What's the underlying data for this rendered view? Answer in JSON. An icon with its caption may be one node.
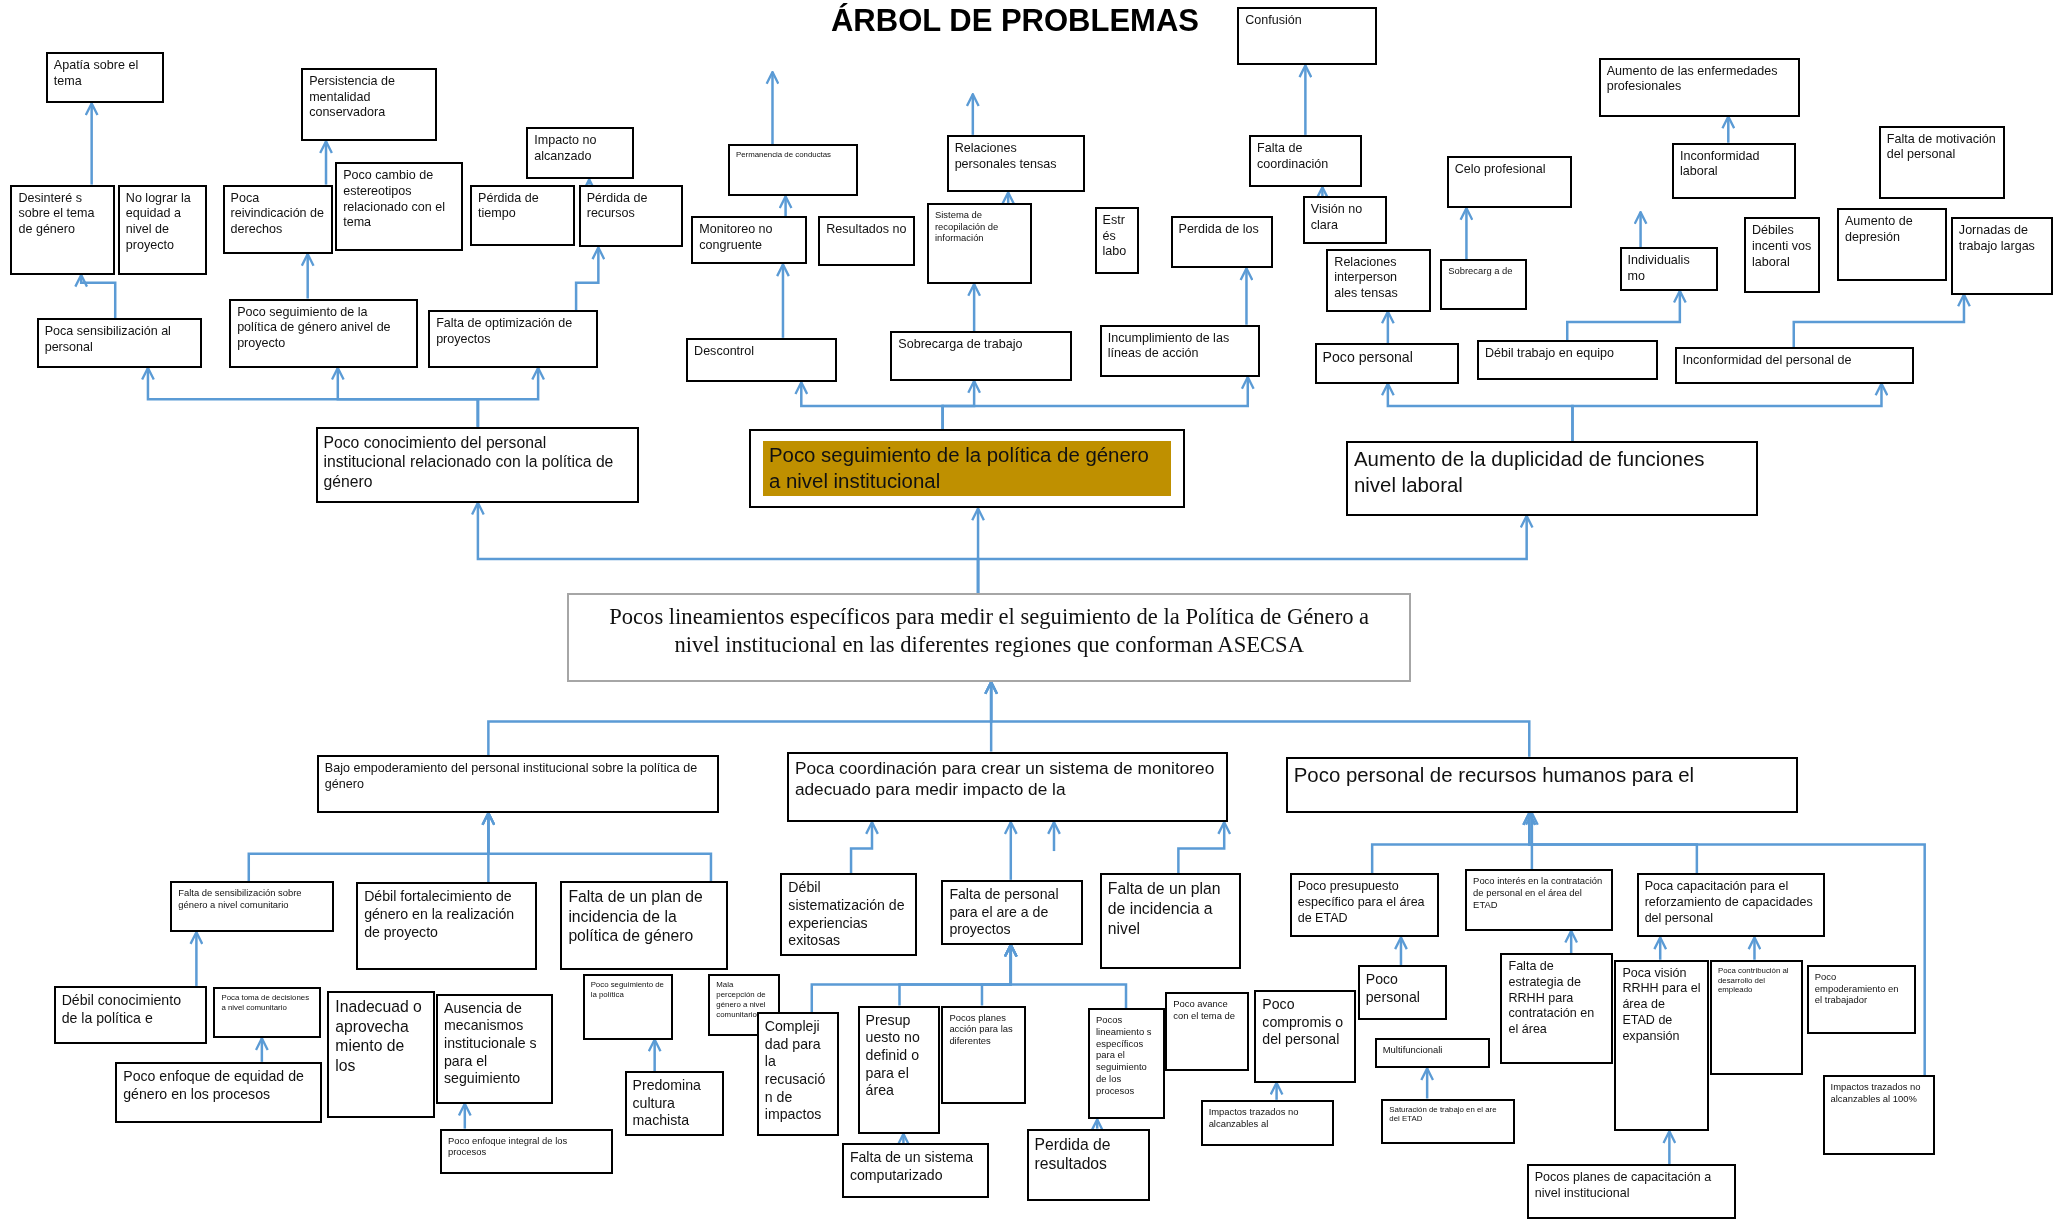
{
  "diagram": {
    "title": "ÁRBOL DE PROBLEMAS",
    "nodes": [
      {
        "text": [
          "Apatía sobre el tema"
        ]
      },
      {
        "text": [
          "Persistencia de mentalidad conservadora"
        ]
      },
      {
        "text": [
          "Desinteré s sobre el tema de género"
        ]
      },
      {
        "text": [
          "No lograr la equidad a nivel de proyecto"
        ]
      },
      {
        "text": [
          "Poca reivindicación de derechos"
        ]
      },
      {
        "text": [
          "Poco cambio de estereotipos relacionado con el tema"
        ]
      },
      {
        "text": [
          "Impacto no alcanzado"
        ]
      },
      {
        "text": [
          "Pérdida de tiempo"
        ]
      },
      {
        "text": [
          "Pérdida de recursos"
        ]
      },
      {
        "text": [
          "Poca sensibilización al personal"
        ]
      },
      {
        "text": [
          "Poco seguimiento de la política de género anivel de proyecto"
        ]
      },
      {
        "text": [
          "Falta de optimización de proyectos"
        ]
      },
      {
        "text": [
          "Poco conocimiento del personal institucional relacionado con la política de género"
        ]
      },
      {
        "text": [
          "Confusión"
        ]
      },
      {
        "text": [
          "Permanencia de conductas"
        ]
      },
      {
        "text": [
          "Relaciones personales tensas"
        ]
      },
      {
        "text": [
          "Falta de coordinación"
        ]
      },
      {
        "text": [
          "Monitoreo no congruente"
        ]
      },
      {
        "text": [
          "Resultados no"
        ]
      },
      {
        "text": [
          "Sistema de recopilación de información"
        ]
      },
      {
        "text": [
          "Estr és labo"
        ]
      },
      {
        "text": [
          "Perdida de los"
        ]
      },
      {
        "text": [
          "Visión no clara"
        ]
      },
      {
        "text": [
          "Relaciones interperson ales tensas"
        ]
      },
      {
        "text": [
          "Descontrol"
        ]
      },
      {
        "text": [
          "Sobrecarga de trabajo"
        ]
      },
      {
        "text": [
          "Incumplimiento de las líneas de acción"
        ]
      },
      {
        "text": [
          "Poco seguimiento de la política de género a nivel institucional"
        ]
      },
      {
        "text": [
          "Celo profesional"
        ]
      },
      {
        "text": [
          "Sobrecarg a de"
        ]
      },
      {
        "text": [
          "Aumento de las enfermedades profesionales"
        ]
      },
      {
        "text": [
          "Inconformidad laboral"
        ]
      },
      {
        "text": [
          "Individualis mo"
        ]
      },
      {
        "text": [
          "Débiles incenti vos laboral"
        ]
      },
      {
        "text": [
          "Falta de motivación del personal"
        ]
      },
      {
        "text": [
          "Aumento de depresión"
        ]
      },
      {
        "text": [
          "Jornadas de trabajo largas"
        ]
      },
      {
        "text": [
          "Poco personal"
        ]
      },
      {
        "text": [
          "Débil trabajo en equipo"
        ]
      },
      {
        "text": [
          "Inconformidad del personal de"
        ]
      },
      {
        "text": [
          "Aumento de la duplicidad de funciones nivel laboral"
        ]
      },
      {
        "text": [
          "Pocos lineamientos específicos para medir el seguimiento de la Política de Género a nivel institucional en las diferentes regiones que conforman ASECSA"
        ]
      },
      {
        "text": [
          "Bajo empoderamiento del personal institucional sobre la política de género"
        ]
      },
      {
        "text": [
          "Poca coordinación para crear un sistema de monitoreo adecuado para medir impacto de la"
        ]
      },
      {
        "text": [
          "Poco personal de recursos humanos para el"
        ]
      },
      {
        "text": [
          "Falta de sensibilización sobre género a nivel comunitario"
        ]
      },
      {
        "text": [
          "Débil fortalecimiento de género en la realización de proyecto"
        ]
      },
      {
        "text": [
          "Falta de un plan de incidencia de la política de género"
        ]
      },
      {
        "text": [
          "Débil conocimiento de la política e"
        ]
      },
      {
        "text": [
          "Poca toma de decisiones a nivel comunitario"
        ]
      },
      {
        "text": [
          "Inadecuad o aprovecha miento de los"
        ]
      },
      {
        "text": [
          "Ausencia de mecanismos institucionale s para el seguimiento"
        ]
      },
      {
        "text": [
          "Poco seguimiento de la política"
        ]
      },
      {
        "text": [
          "Mala percepción de género a nivel comunitario"
        ]
      },
      {
        "text": [
          "Poco enfoque de equidad de género en los procesos"
        ]
      },
      {
        "text": [
          "Poco enfoque integral de los procesos"
        ]
      },
      {
        "text": [
          "Predomina cultura machista"
        ]
      },
      {
        "text": [
          "Compleji dad para la recusació n de impactos"
        ]
      },
      {
        "text": [
          "Débil sistematización de experiencias exitosas"
        ]
      },
      {
        "text": [
          "Falta de personal para el are a de proyectos"
        ]
      },
      {
        "text": [
          "Falta de un plan de incidencia a nivel"
        ]
      },
      {
        "text": [
          "Presup uesto no definid o para el área"
        ]
      },
      {
        "text": [
          "Pocos planes acción para las diferentes"
        ]
      },
      {
        "text": [
          "Pocos lineamiento s específicos para el seguimiento de los procesos"
        ]
      },
      {
        "text": [
          "Poco avance con el tema de"
        ]
      },
      {
        "text": [
          "Falta de un sistema computarizado"
        ]
      },
      {
        "text": [
          "Perdida de resultados"
        ]
      },
      {
        "text": [
          "Poco compromis o del personal"
        ]
      },
      {
        "text": [
          "Impactos trazados no alcanzables al"
        ]
      },
      {
        "text": [
          "Poco presupuesto específico para el área de ETAD"
        ]
      },
      {
        "text": [
          "Poco interés en la contratación de personal en el área del ETAD"
        ]
      },
      {
        "text": [
          "Poca capacitación para el reforzamiento de capacidades del personal"
        ]
      },
      {
        "text": [
          "Poco personal"
        ]
      },
      {
        "text": [
          "Multifuncionali"
        ]
      },
      {
        "text": [
          "Saturación de trabajo en el are del ETAD"
        ]
      },
      {
        "text": [
          "Falta de estrategia de RRHH para contratación en el área"
        ]
      },
      {
        "text": [
          "Poca visión RRHH para el área de ETAD de expansión"
        ]
      },
      {
        "text": [
          "Poca contribución al desarrollo del empleado"
        ]
      },
      {
        "text": [
          "Poco empoderamiento en el trabajador"
        ]
      },
      {
        "text": [
          "Impactos trazados no alcanzables al 100%"
        ]
      },
      {
        "text": [
          "Pocos planes de capacitación a nivel institucional"
        ]
      }
    ],
    "edges": [
      {
        "from": 12,
        "to": 9,
        "arrow": "to"
      },
      {
        "from": 12,
        "to": 10,
        "arrow": "to"
      },
      {
        "from": 12,
        "to": 11,
        "arrow": "to"
      },
      {
        "from": 9,
        "to": 2,
        "arrow": "to"
      },
      {
        "from": 10,
        "to": 4,
        "arrow": "to"
      },
      {
        "from": 11,
        "to": 8,
        "arrow": "to"
      },
      {
        "from": 2,
        "to": 0,
        "arrow": "to"
      },
      {
        "from": 4,
        "to": 1,
        "arrow": "to"
      },
      {
        "from": 8,
        "to": 6,
        "arrow": "to"
      },
      {
        "from": 41,
        "to": 12,
        "arrow": "to"
      },
      {
        "from": 41,
        "to": 27,
        "arrow": "to"
      },
      {
        "from": 41,
        "to": 40,
        "arrow": "to"
      },
      {
        "from": 27,
        "to": 24,
        "arrow": "to"
      },
      {
        "from": 27,
        "to": 25,
        "arrow": "to"
      },
      {
        "from": 27,
        "to": 26,
        "arrow": "to"
      },
      {
        "from": 24,
        "to": 17,
        "arrow": "to"
      },
      {
        "from": 25,
        "to": 19,
        "arrow": "to"
      },
      {
        "from": 26,
        "to": 21,
        "arrow": "to"
      },
      {
        "from": 17,
        "to": 14,
        "arrow": "to"
      },
      {
        "from": 19,
        "to": 15,
        "arrow": "to"
      },
      {
        "from": 14,
        "to": null,
        "arrow": "to"
      },
      {
        "from": 15,
        "to": null,
        "arrow": "to"
      },
      {
        "from": 16,
        "to": 13,
        "arrow": "to"
      },
      {
        "from": 22,
        "to": 16,
        "arrow": "to"
      },
      {
        "from": 40,
        "to": 37,
        "arrow": "to"
      },
      {
        "from": 40,
        "to": 39,
        "arrow": "to"
      },
      {
        "from": 37,
        "to": 23,
        "arrow": "to"
      },
      {
        "from": 38,
        "to": 32,
        "arrow": "to"
      },
      {
        "from": 39,
        "to": 36,
        "arrow": "to"
      },
      {
        "from": 29,
        "to": 28,
        "arrow": "to"
      },
      {
        "from": 32,
        "to": null,
        "arrow": "to"
      },
      {
        "from": 31,
        "to": 30,
        "arrow": "to"
      },
      {
        "from": 42,
        "to": 41,
        "arrow": "to"
      },
      {
        "from": 43,
        "to": 41,
        "arrow": "to"
      },
      {
        "from": 44,
        "to": 41,
        "arrow": "to"
      },
      {
        "from": 45,
        "to": 42,
        "arrow": "to"
      },
      {
        "from": 46,
        "to": 42,
        "arrow": "to"
      },
      {
        "from": 47,
        "to": 42,
        "arrow": "to"
      },
      {
        "from": 48,
        "to": 45,
        "arrow": "to"
      },
      {
        "from": 54,
        "to": 49,
        "arrow": "to"
      },
      {
        "from": 55,
        "to": 51,
        "arrow": "to"
      },
      {
        "from": 56,
        "to": 52,
        "arrow": "to"
      },
      {
        "from": 58,
        "to": 43,
        "arrow": "to"
      },
      {
        "from": 59,
        "to": 43,
        "arrow": "to"
      },
      {
        "from": 60,
        "to": 43,
        "arrow": "to"
      },
      {
        "from": null,
        "to": 43,
        "arrow": "to"
      },
      {
        "from": 57,
        "to": 59,
        "arrow": "to"
      },
      {
        "from": 61,
        "to": 59,
        "arrow": "to"
      },
      {
        "from": 62,
        "to": 59,
        "arrow": "to"
      },
      {
        "from": 63,
        "to": 59,
        "arrow": "to"
      },
      {
        "from": 65,
        "to": 61,
        "arrow": "to"
      },
      {
        "from": 66,
        "to": 63,
        "arrow": "to"
      },
      {
        "from": 68,
        "to": 67,
        "arrow": "to"
      },
      {
        "from": 69,
        "to": 44,
        "arrow": "to"
      },
      {
        "from": 70,
        "to": 44,
        "arrow": "to"
      },
      {
        "from": 71,
        "to": 44,
        "arrow": "to"
      },
      {
        "from": 79,
        "to": 44,
        "arrow": "to"
      },
      {
        "from": 72,
        "to": 69,
        "arrow": "to"
      },
      {
        "from": 75,
        "to": 70,
        "arrow": "to"
      },
      {
        "from": 76,
        "to": 71,
        "arrow": "to"
      },
      {
        "from": 77,
        "to": 71,
        "arrow": "to"
      },
      {
        "from": 80,
        "to": 76,
        "arrow": "to"
      },
      {
        "from": 74,
        "to": 73,
        "arrow": "to"
      }
    ]
  }
}
